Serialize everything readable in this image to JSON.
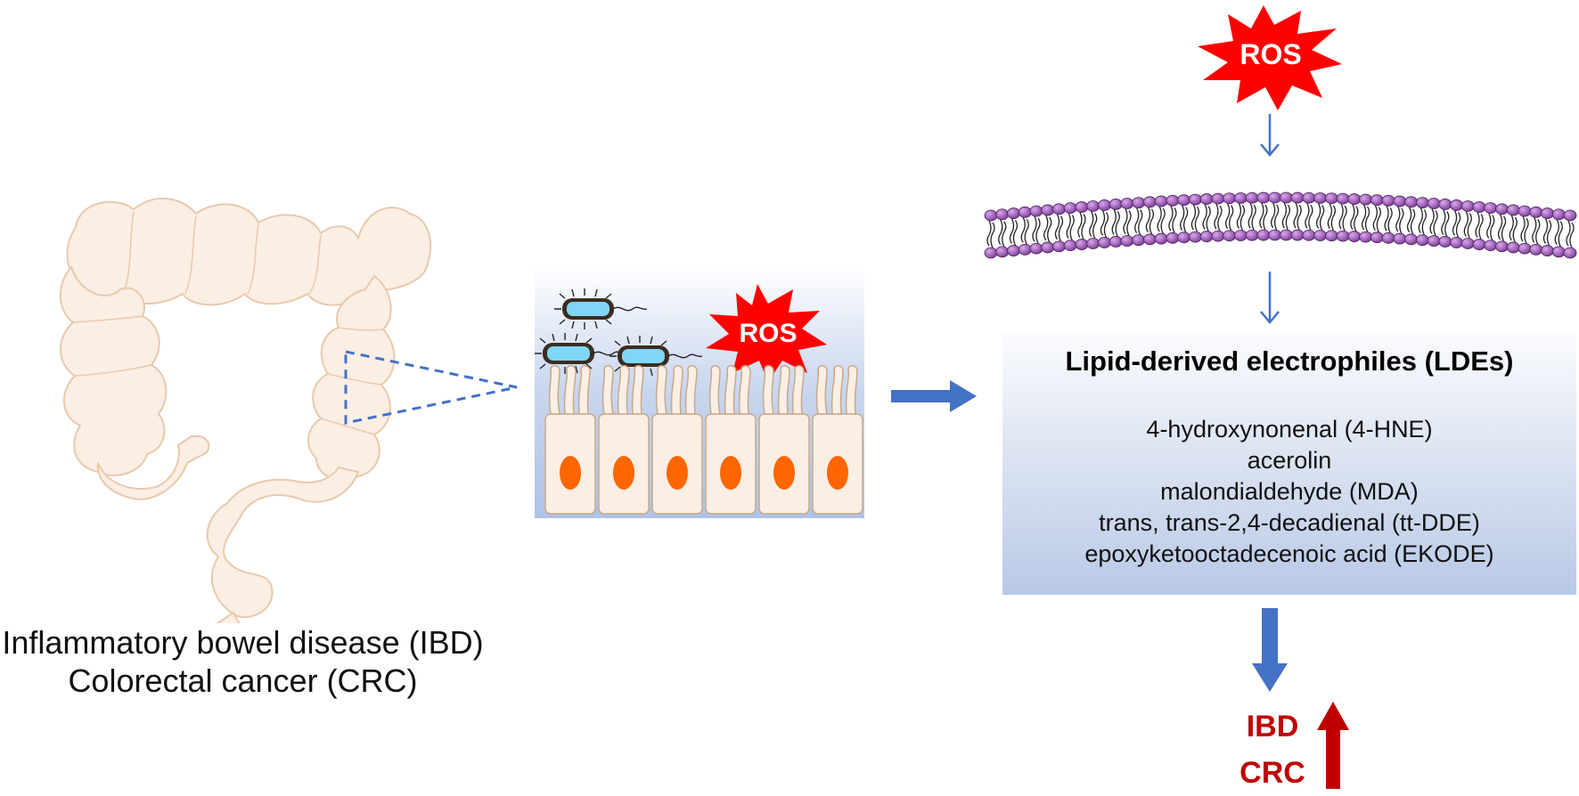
{
  "left_panel": {
    "colon_caption_line1": "Inflammatory bowel disease (IBD)",
    "colon_caption_line2": "Colorectal cancer (CRC)"
  },
  "epithelium_panel": {
    "ros_label": "ROS"
  },
  "right_panel": {
    "top_ros_label": "ROS",
    "lde_box": {
      "title": "Lipid-derived electrophiles (LDEs)",
      "items": [
        "4-hydroxynonenal (4-HNE)",
        "acerolin",
        "malondialdehyde (MDA)",
        "trans, trans-2,4-decadienal (tt-DDE)",
        "epoxyketooctadecenoic acid (EKODE)"
      ]
    },
    "outcome": {
      "line1": "IBD",
      "line2": "CRC"
    }
  },
  "colors": {
    "ros_burst": "#ff0000",
    "arrow_blue": "#4472c4",
    "outcome_red": "#c00000",
    "membrane_purple": "#8e44ad",
    "colon_fill": "#fbeee3",
    "colon_stroke": "#e8c9ac",
    "nucleus_orange": "#ff6600"
  }
}
